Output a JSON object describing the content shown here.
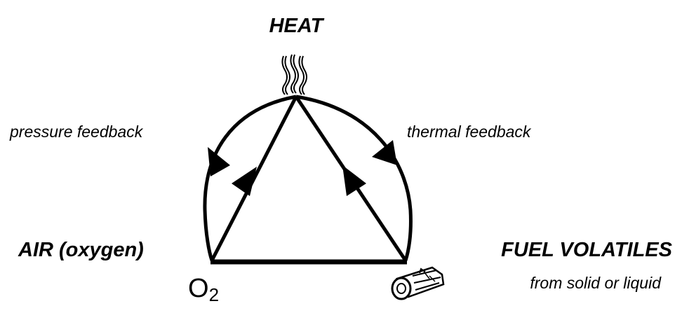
{
  "diagram": {
    "heat_label": "HEAT",
    "air_label": "AIR (oxygen)",
    "o2_label": "O",
    "o2_subscript": "2",
    "fuel_label": "FUEL VOLATILES",
    "fuel_sub_label": "from solid or liquid",
    "pressure_feedback_label": "pressure feedback",
    "thermal_feedback_label": "thermal feedback",
    "colors": {
      "ink": "#000000",
      "background": "#ffffff"
    }
  }
}
